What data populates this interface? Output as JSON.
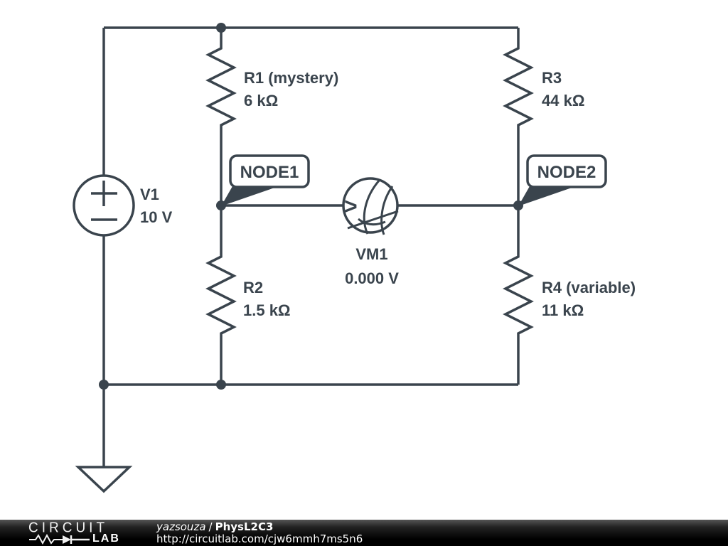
{
  "colors": {
    "stroke": "#3a444d",
    "canvas_bg": "#ffffff",
    "footer_bg": "#000000",
    "footer_text": "#ffffff"
  },
  "schematic": {
    "v1": {
      "label": "V1",
      "value": "10 V"
    },
    "r1": {
      "label": "R1 (mystery)",
      "value": "6 kΩ"
    },
    "r2": {
      "label": "R2",
      "value": "1.5 kΩ"
    },
    "r3": {
      "label": "R3",
      "value": "44 kΩ"
    },
    "r4": {
      "label": "R4 (variable)",
      "value": "11 kΩ"
    },
    "vm1": {
      "label": "VM1",
      "value": "0.000 V",
      "glyph": ">"
    },
    "node1": "NODE1",
    "node2": "NODE2"
  },
  "footer": {
    "logo_top": "CIRCUIT",
    "logo_bottom": "LAB",
    "author": "yazsouza",
    "separator": "/",
    "title": "PhysL2C3",
    "url": "http://circuitlab.com/cjw6mmh7ms5n6"
  }
}
